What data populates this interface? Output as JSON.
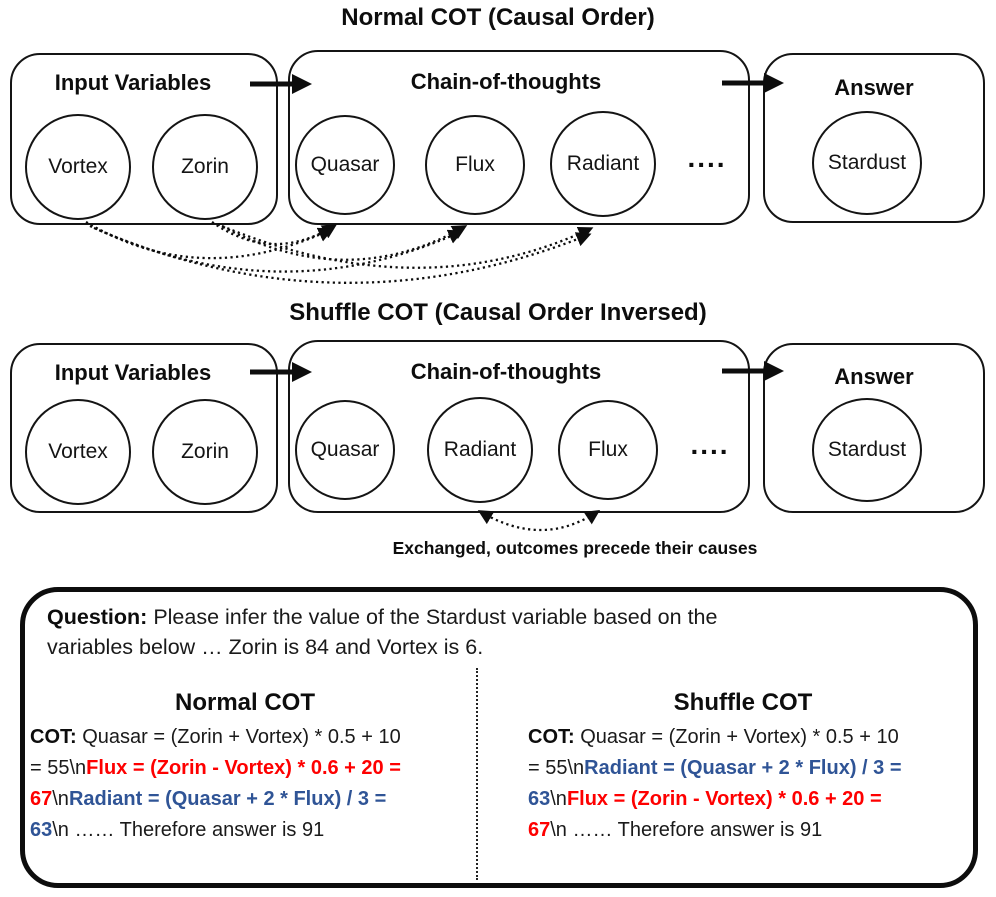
{
  "colors": {
    "red": "#fe0000",
    "blue": "#2F5496",
    "black": "#0d0d0d"
  },
  "diagram_normal": {
    "title": "Normal COT (Causal Order)",
    "box_labels": {
      "input": "Input Variables",
      "cot": "Chain-of-thoughts",
      "answer": "Answer"
    },
    "nodes": {
      "input": [
        "Vortex",
        "Zorin"
      ],
      "cot": [
        "Quasar",
        "Flux",
        "Radiant"
      ],
      "answer": "Stardust"
    },
    "dots": "...."
  },
  "diagram_shuffle": {
    "title": "Shuffle COT (Causal Order Inversed)",
    "box_labels": {
      "input": "Input Variables",
      "cot": "Chain-of-thoughts",
      "answer": "Answer"
    },
    "nodes": {
      "input": [
        "Vortex",
        "Zorin"
      ],
      "cot": [
        "Quasar",
        "Radiant",
        "Flux"
      ],
      "answer": "Stardust"
    },
    "dots": "....",
    "caption": "Exchanged, outcomes precede their causes"
  },
  "question_box": {
    "question_lines": [
      [
        {
          "text": "Question: ",
          "style": "bold"
        },
        {
          "text": "Please infer the value of the Stardust variable based on the",
          "style": "plain"
        }
      ],
      [
        {
          "text": "variables below … Zorin is 84 and Vortex is 6.",
          "style": "plain"
        }
      ]
    ],
    "columns": [
      {
        "header": "Normal COT",
        "lines": [
          [
            {
              "text": "COT: ",
              "style": "bold"
            },
            {
              "text": "Quasar = (Zorin + Vortex) * 0.5 + 10",
              "style": "plain"
            }
          ],
          [
            {
              "text": "= 55\\n",
              "style": "plain"
            },
            {
              "text": "Flux = (Zorin - Vortex) * 0.6 + 20 =",
              "style": "red"
            }
          ],
          [
            {
              "text": "67",
              "style": "red"
            },
            {
              "text": "\\n",
              "style": "plain"
            },
            {
              "text": "Radiant = (Quasar + 2 * Flux) / 3 =",
              "style": "blue"
            }
          ],
          [
            {
              "text": "63",
              "style": "blue"
            },
            {
              "text": "\\n …… Therefore answer is 91",
              "style": "plain"
            }
          ]
        ]
      },
      {
        "header": "Shuffle COT",
        "lines": [
          [
            {
              "text": "COT: ",
              "style": "bold"
            },
            {
              "text": "Quasar = (Zorin + Vortex) * 0.5 + 10",
              "style": "plain"
            }
          ],
          [
            {
              "text": "= 55\\n",
              "style": "plain"
            },
            {
              "text": "Radiant = (Quasar + 2 * Flux) / 3 =",
              "style": "blue"
            }
          ],
          [
            {
              "text": "63",
              "style": "blue"
            },
            {
              "text": "\\n",
              "style": "plain"
            },
            {
              "text": "Flux = (Zorin - Vortex) * 0.6 + 20 =",
              "style": "red"
            }
          ],
          [
            {
              "text": "67",
              "style": "red"
            },
            {
              "text": "\\n …… Therefore answer is 91",
              "style": "plain"
            }
          ]
        ]
      }
    ]
  }
}
